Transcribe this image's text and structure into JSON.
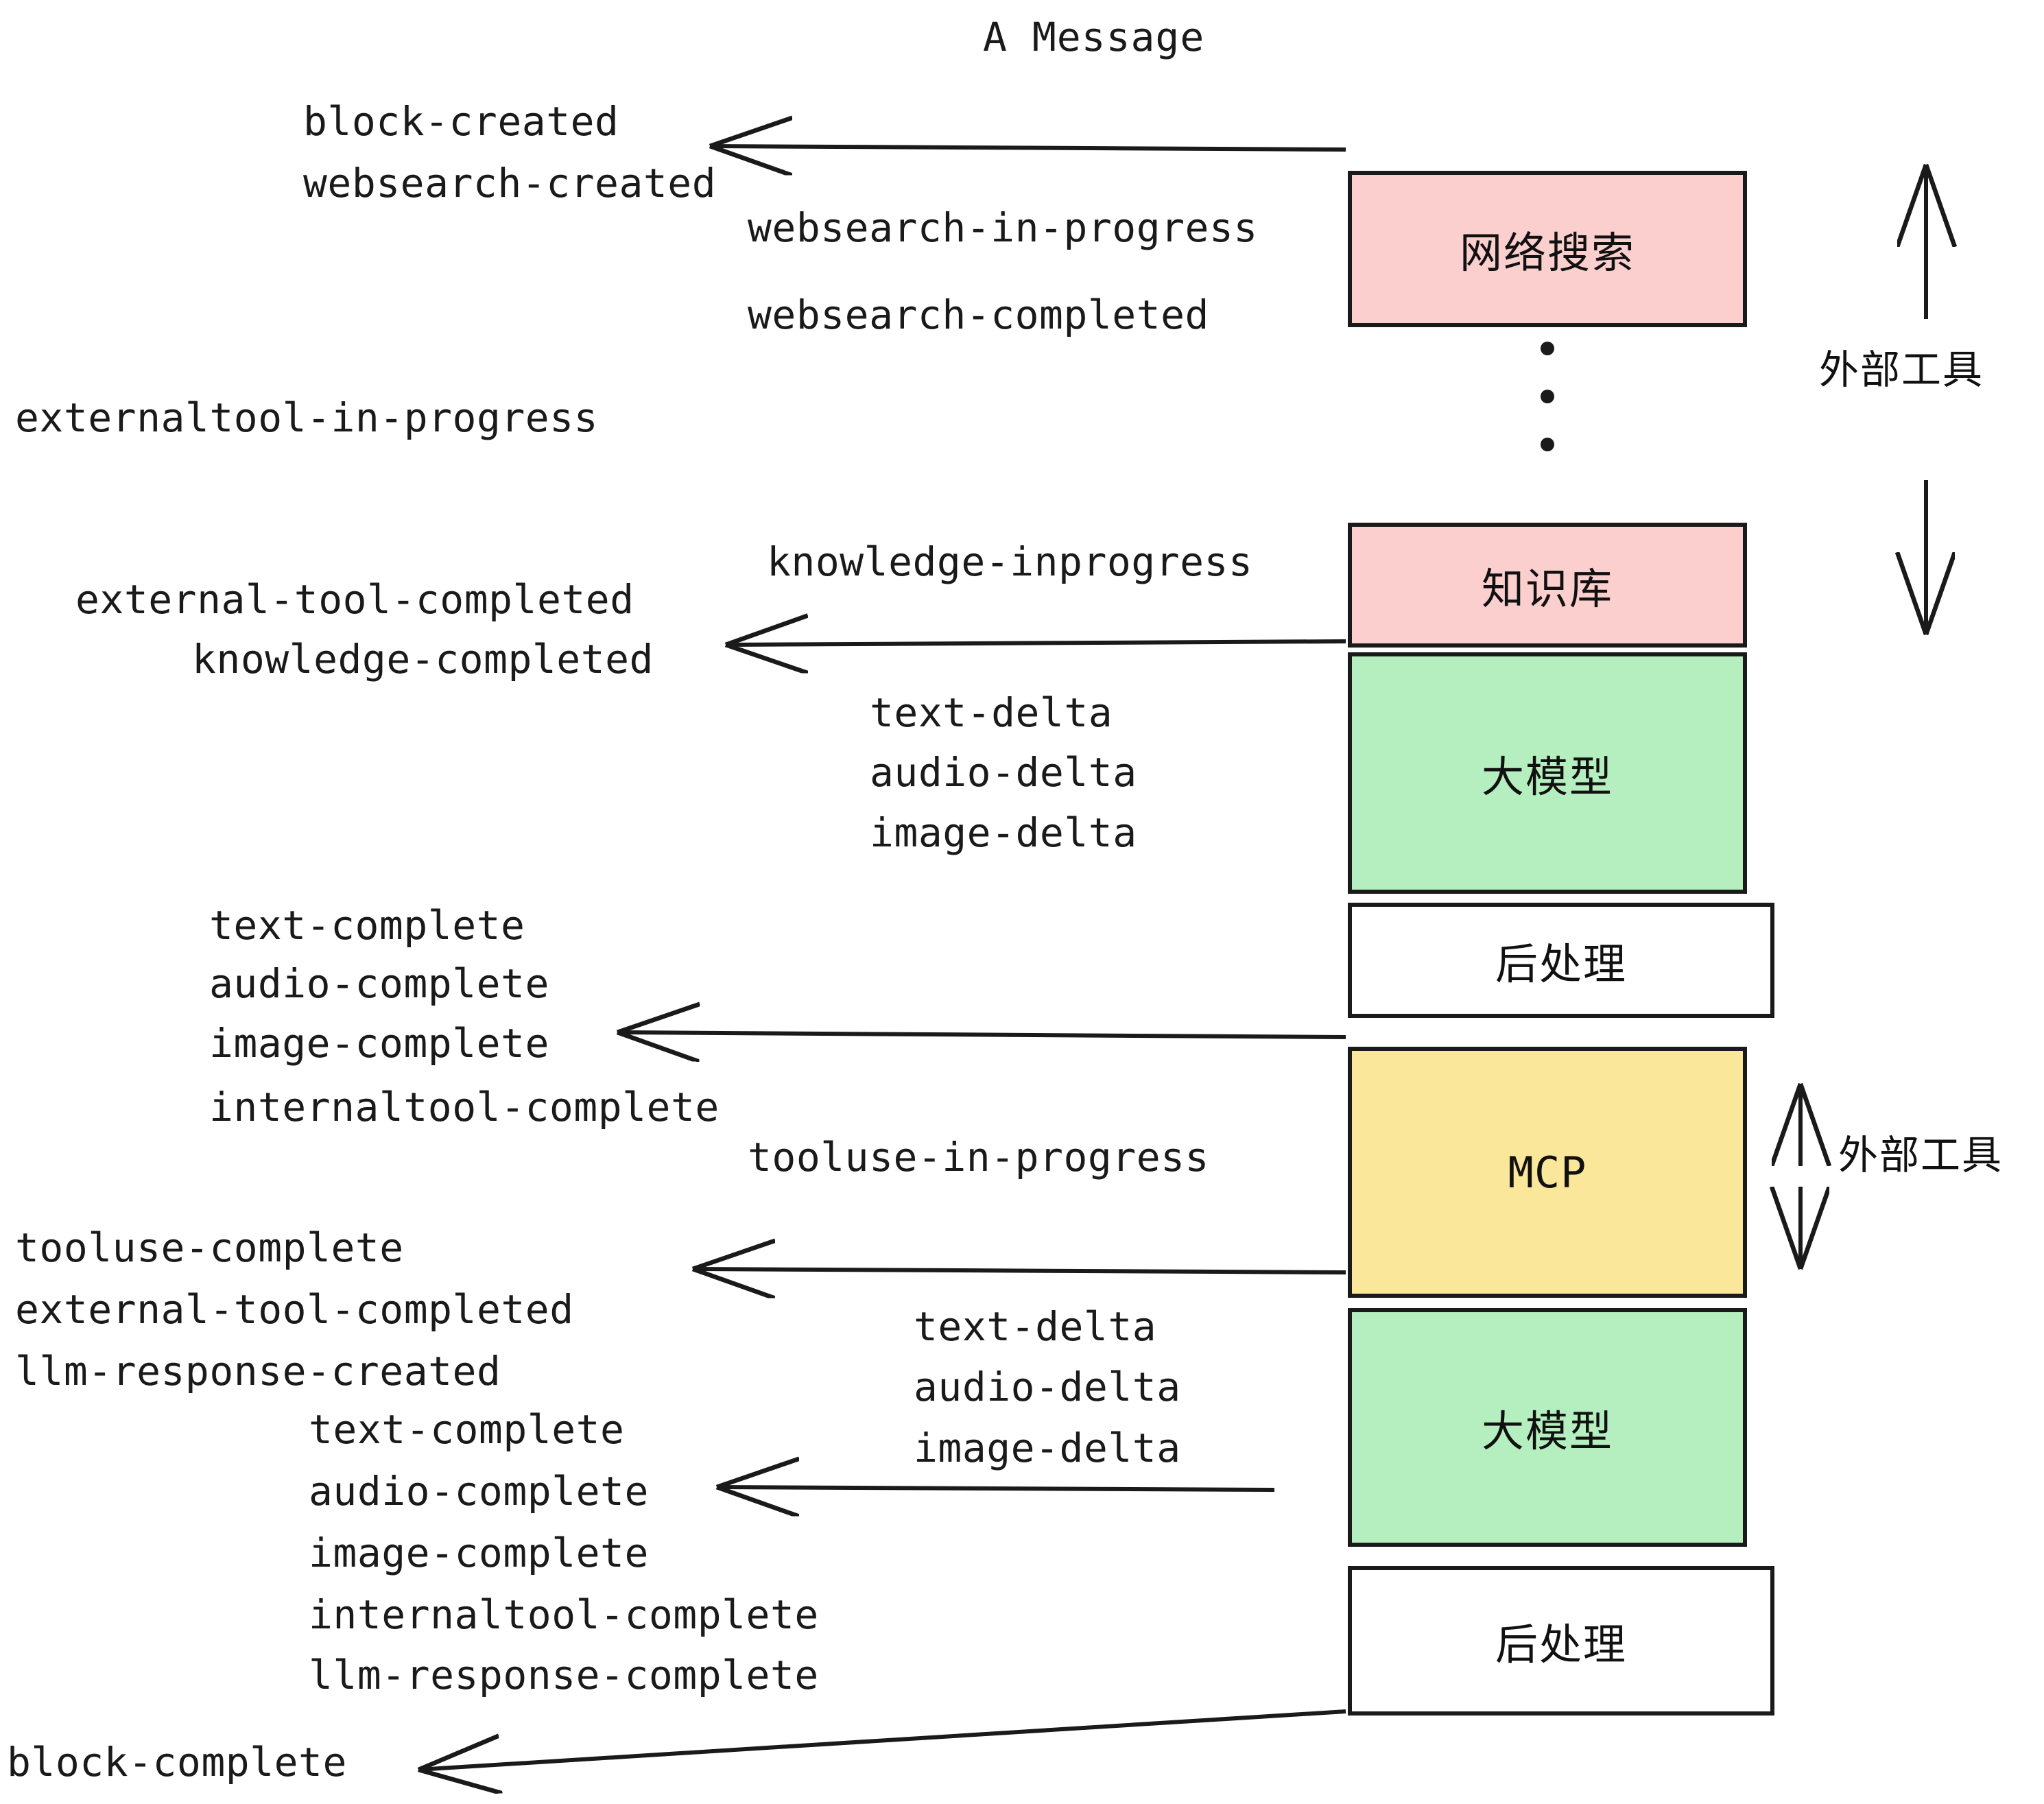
{
  "title": "A Message",
  "colors": {
    "pink": "#fccfcf",
    "green": "#b6efbf",
    "yellow": "#fbe79a",
    "white": "#ffffff",
    "stroke": "#1a1a1a",
    "text": "#111111",
    "background": "#ffffff"
  },
  "boxes": [
    {
      "id": "websearch",
      "label": "网络搜索",
      "fill": "pink"
    },
    {
      "id": "knowledge",
      "label": "知识库",
      "fill": "pink"
    },
    {
      "id": "llm-1",
      "label": "大模型",
      "fill": "green"
    },
    {
      "id": "postproc-1",
      "label": "后处理",
      "fill": "white"
    },
    {
      "id": "mcp",
      "label": "MCP",
      "fill": "yellow"
    },
    {
      "id": "llm-2",
      "label": "大模型",
      "fill": "green"
    },
    {
      "id": "postproc-2",
      "label": "后处理",
      "fill": "white"
    }
  ],
  "side_labels": {
    "external_tool_top": "外部工具",
    "external_tool_bottom": "外部工具"
  },
  "events": {
    "block_created": "block-created",
    "websearch_created": "websearch-created",
    "websearch_in_progress": "websearch-in-progress",
    "websearch_completed": "websearch-completed",
    "externaltool_in_progress": "externaltool-in-progress",
    "knowledge_inprogress": "knowledge-inprogress",
    "external_tool_completed_1": "external-tool-completed",
    "knowledge_completed": "knowledge-completed",
    "text_delta_1": "text-delta",
    "audio_delta_1": "audio-delta",
    "image_delta_1": "image-delta",
    "text_complete_1": "text-complete",
    "audio_complete_1": "audio-complete",
    "image_complete_1": "image-complete",
    "internaltool_complete_1": "internaltool-complete",
    "tooluse_in_progress": "tooluse-in-progress",
    "tooluse_complete": "tooluse-complete",
    "external_tool_completed_2": "external-tool-completed",
    "llm_response_created": "llm-response-created",
    "text_delta_2": "text-delta",
    "audio_delta_2": "audio-delta",
    "image_delta_2": "image-delta",
    "text_complete_2": "text-complete",
    "audio_complete_2": "audio-complete",
    "image_complete_2": "image-complete",
    "internaltool_complete_2": "internaltool-complete",
    "llm_response_complete": "llm-response-complete",
    "block_complete": "block-complete"
  }
}
